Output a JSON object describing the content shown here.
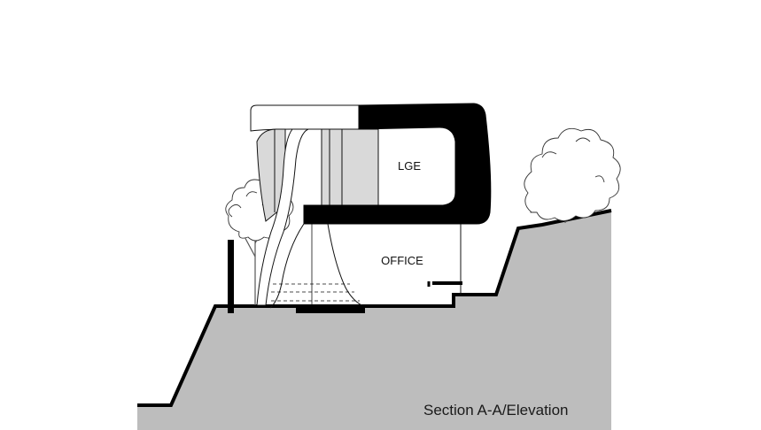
{
  "drawing": {
    "rooms": {
      "upper": "LGE",
      "lower": "OFFICE"
    },
    "caption": "Section A-A/Elevation"
  },
  "colors": {
    "ground": "#bdbdbd",
    "structure": "#000000",
    "glazing": "#d9d9d9",
    "line": "#111111"
  }
}
